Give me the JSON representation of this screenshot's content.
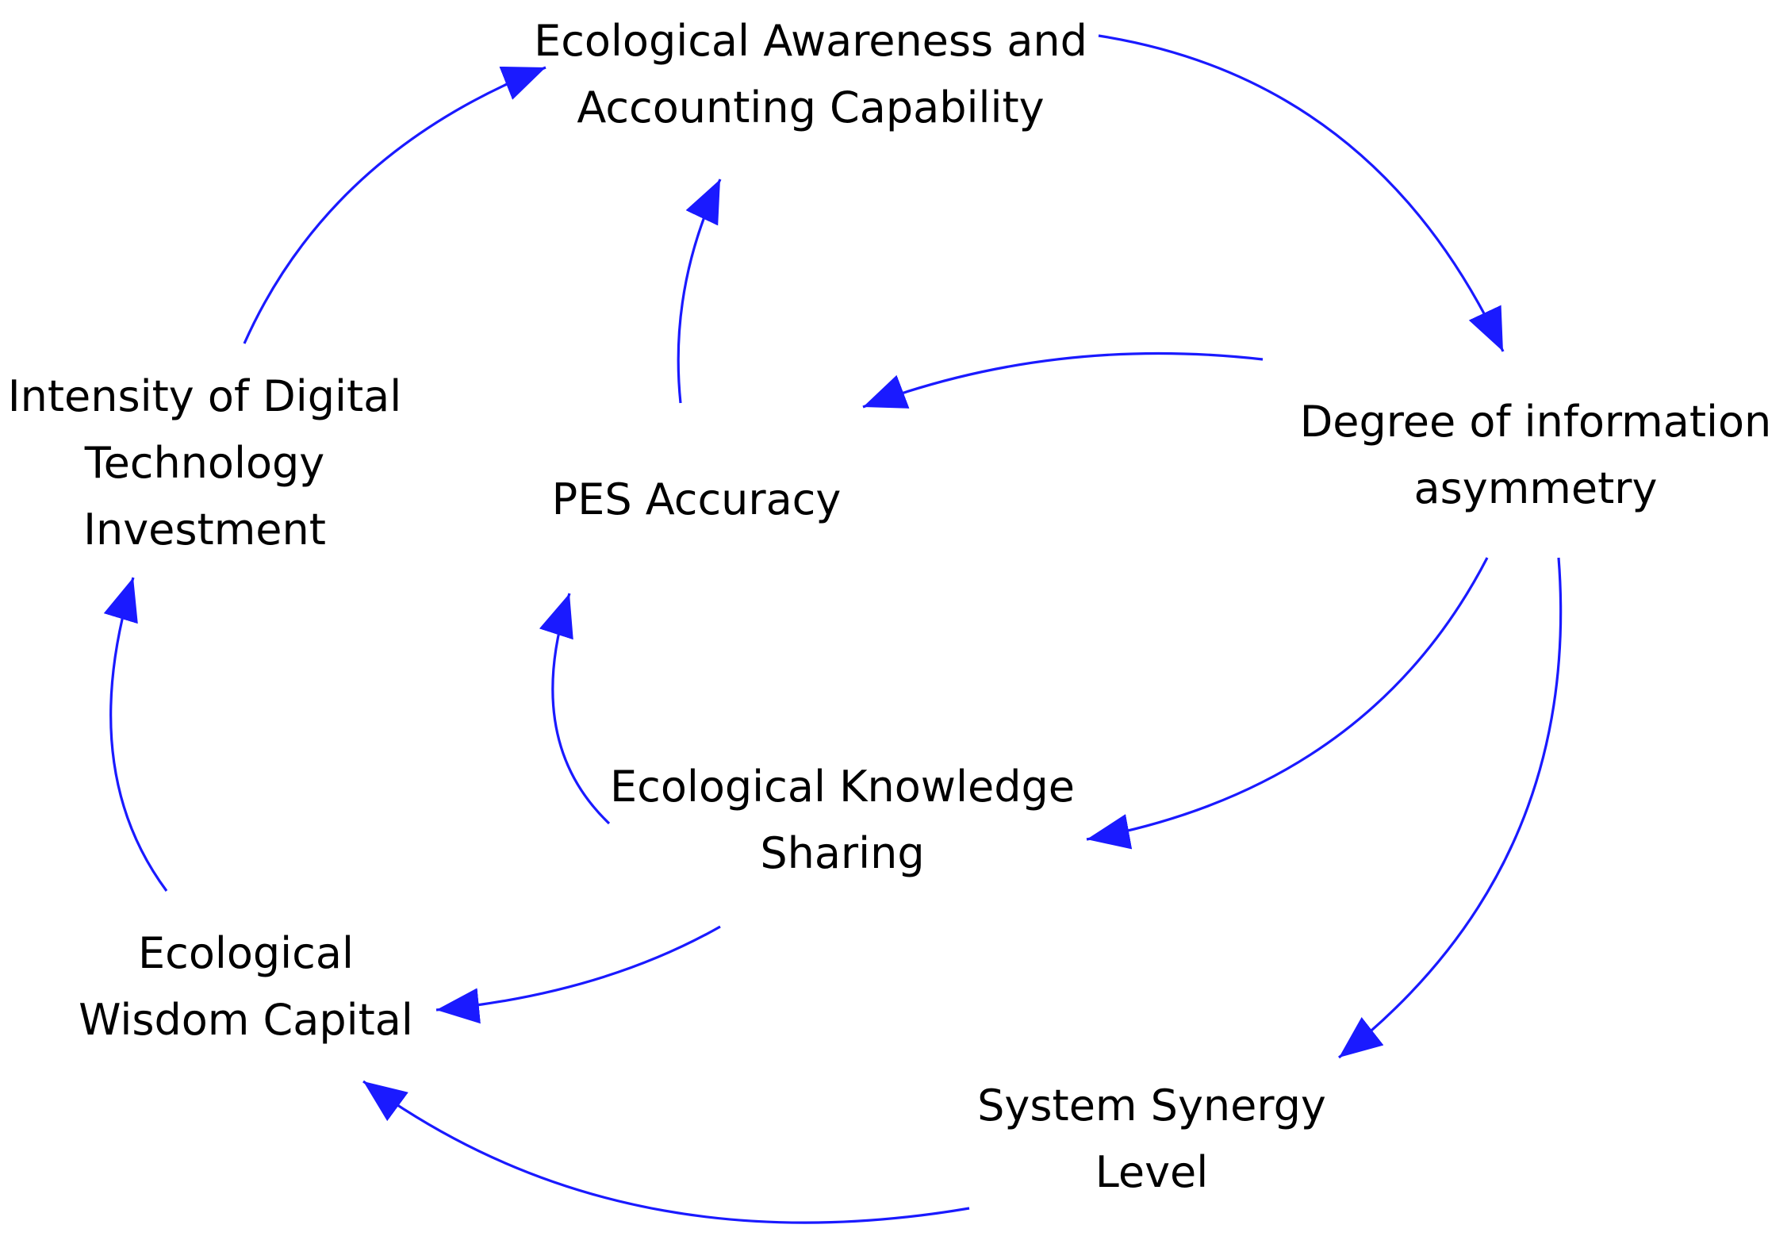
{
  "diagram": {
    "nodes": {
      "awareness": {
        "lines": [
          "Ecological Awareness and",
          "Accounting Capability"
        ]
      },
      "asymmetry": {
        "lines": [
          "Degree of information",
          "asymmetry"
        ]
      },
      "digital": {
        "lines": [
          "Intensity of Digital",
          "Technology",
          "Investment"
        ]
      },
      "pes": {
        "lines": [
          "PES Accuracy"
        ]
      },
      "knowledge": {
        "lines": [
          "Ecological Knowledge",
          "Sharing"
        ]
      },
      "wisdom": {
        "lines": [
          "Ecological",
          "Wisdom Capital"
        ]
      },
      "synergy": {
        "lines": [
          "System Synergy",
          "Level"
        ]
      }
    },
    "edges": [
      {
        "from": "awareness",
        "to": "asymmetry"
      },
      {
        "from": "asymmetry",
        "to": "pes"
      },
      {
        "from": "asymmetry",
        "to": "knowledge"
      },
      {
        "from": "asymmetry",
        "to": "synergy"
      },
      {
        "from": "pes",
        "to": "awareness"
      },
      {
        "from": "digital",
        "to": "awareness"
      },
      {
        "from": "knowledge",
        "to": "pes"
      },
      {
        "from": "knowledge",
        "to": "wisdom"
      },
      {
        "from": "wisdom",
        "to": "digital"
      },
      {
        "from": "synergy",
        "to": "wisdom"
      }
    ],
    "arrow_color": "#1a1aff",
    "text_color": "#000000"
  }
}
